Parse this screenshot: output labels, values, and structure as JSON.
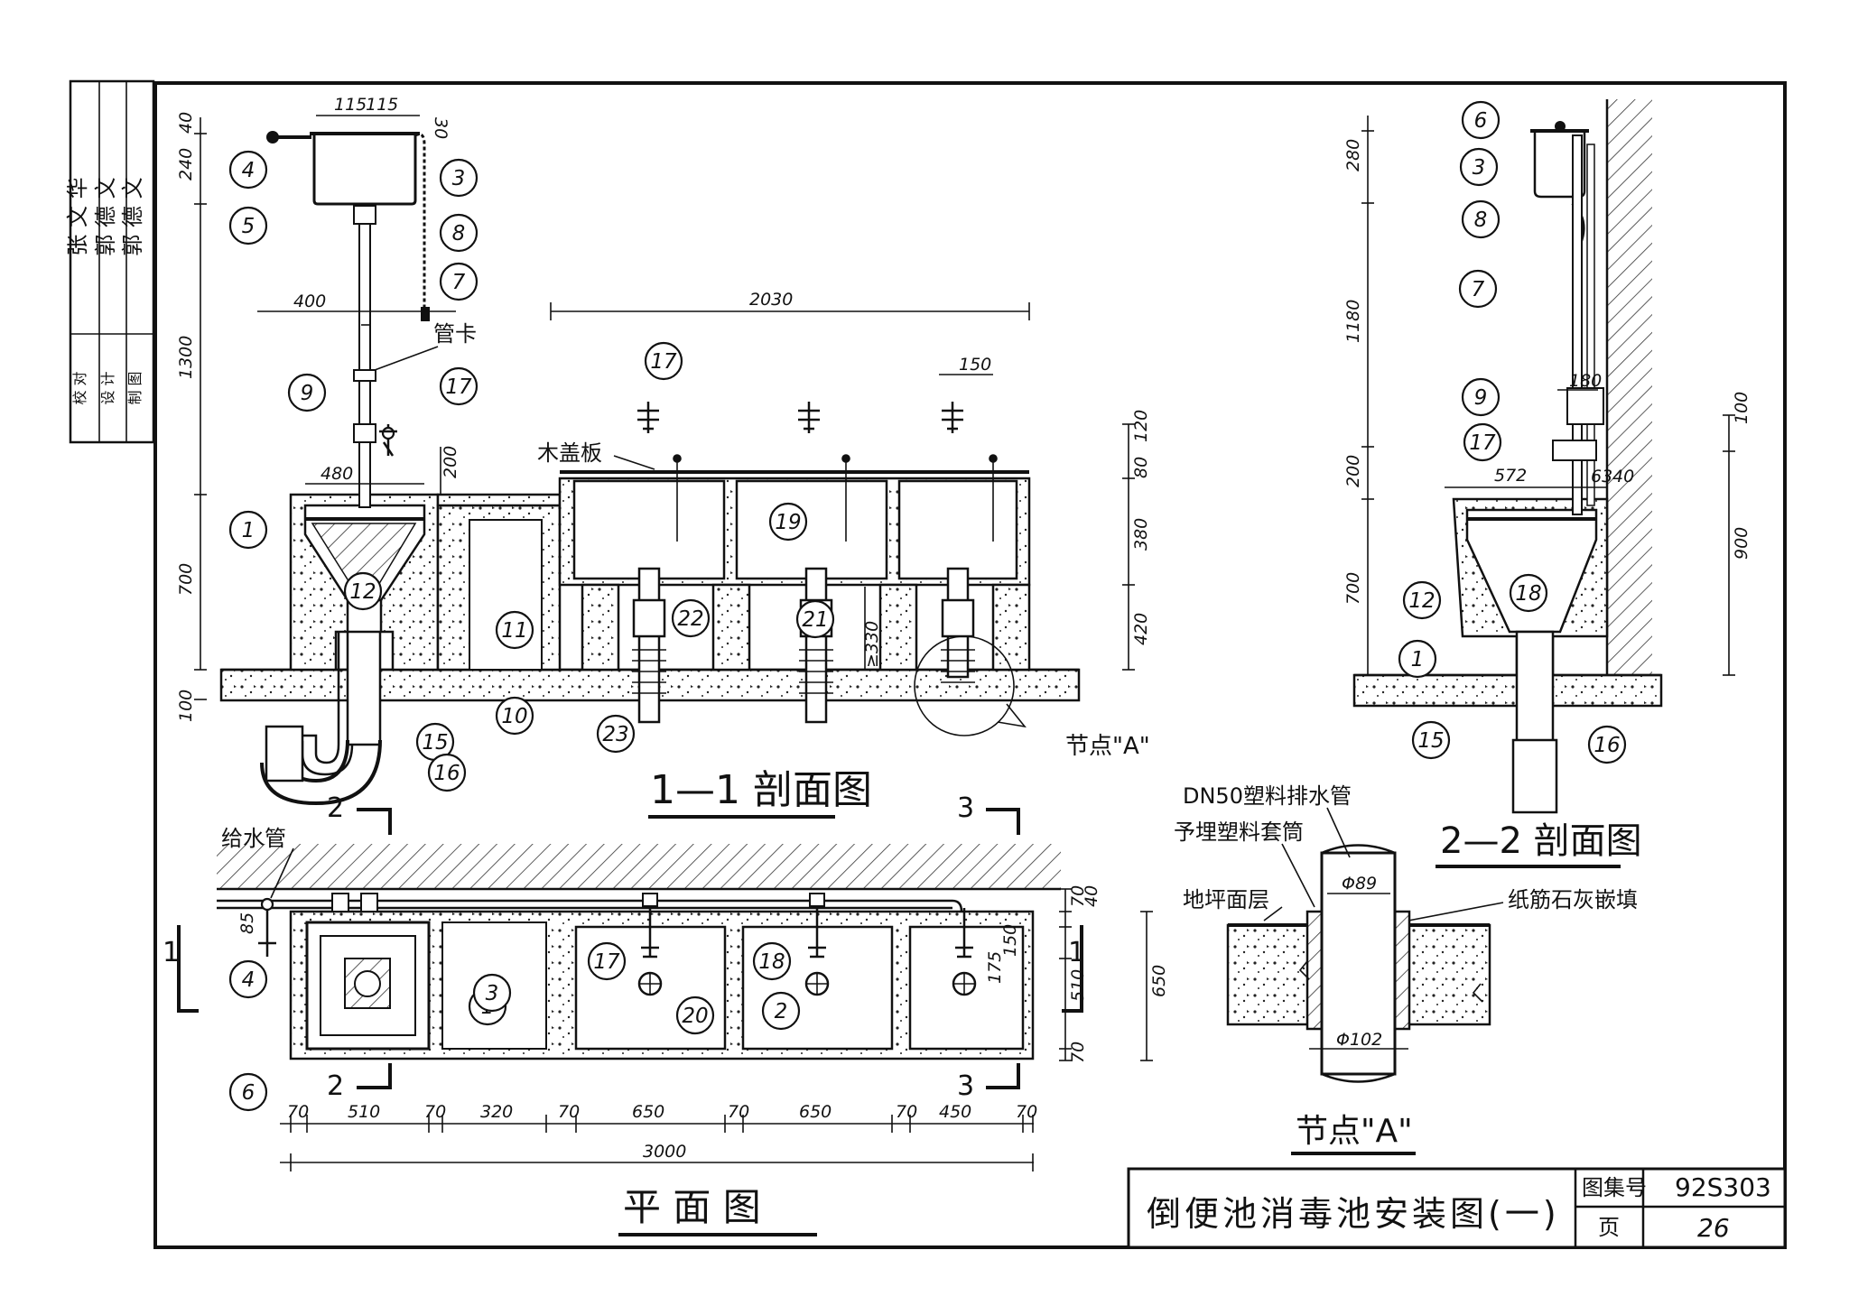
{
  "drawing": {
    "title": "倒便池消毒池安装图(一)",
    "atlas_label": "图集号",
    "atlas_no": "92S303",
    "page_label": "页",
    "page_no": "26"
  },
  "approval_block": {
    "rows": [
      {
        "role": "校  对",
        "names": "张 文 华"
      },
      {
        "role": "设  计",
        "names": "郭 德 文"
      },
      {
        "role": "制  图",
        "names": "郭 德 文"
      }
    ]
  },
  "views": {
    "section_1_1": "1—1 剖面图",
    "section_2_2": "2—2 剖面图",
    "plan": "平  面  图",
    "detail_a": "节点\"A\"",
    "detail_a_callout": "节点\"A\""
  },
  "labels": {
    "pipe_clamp": "管卡",
    "wood_cover": "木盖板",
    "water_supply": "给水管",
    "dn50_pipe": "DN50塑料排水管",
    "sleeve": "予埋塑料套筒",
    "floor_layer": "地坪面层",
    "fill": "纸筋石灰嵌填",
    "dia_89": "Φ89",
    "dia_102": "Φ102"
  },
  "dimensions": {
    "sec11": {
      "tank_w1": "115",
      "tank_w2": "115",
      "tank_top": "30",
      "tank_h": "240",
      "top40": "40",
      "clamp_x": "400",
      "overall": "2030",
      "pipe_h": "1300",
      "base_h": "700",
      "floor_h": "100",
      "hopper_w": "480",
      "step": "200",
      "tap_off": "150",
      "tub_top1": "80",
      "tub_top2": "120",
      "tub_h": "380",
      "tub_leg": "420",
      "trap_min": "≥330"
    },
    "sec22": {
      "tank_h": "280",
      "pipe_h": "1180",
      "step": "200",
      "base_h": "700",
      "w572": "572",
      "w180": "180",
      "w63": "63",
      "w40": "40",
      "h100": "100",
      "h900": "900"
    },
    "plan": {
      "segs": [
        "70",
        "510",
        "70",
        "320",
        "70",
        "650",
        "70",
        "650",
        "70",
        "450",
        "70"
      ],
      "total": "3000",
      "left85": "85",
      "r70a": "70",
      "r40": "40",
      "r175": "175",
      "r150": "150",
      "r510": "510",
      "r70b": "70",
      "overall_h": "650"
    }
  },
  "part_numbers": {
    "sec11": [
      "1",
      "3",
      "4",
      "5",
      "7",
      "8",
      "9",
      "10",
      "11",
      "12",
      "15",
      "16",
      "17",
      "17",
      "19",
      "21",
      "22",
      "23"
    ],
    "sec22": [
      "1",
      "3",
      "6",
      "7",
      "8",
      "9",
      "12",
      "15",
      "16",
      "17",
      "18"
    ],
    "plan": [
      "1",
      "2",
      "3",
      "4",
      "6",
      "17",
      "18",
      "20"
    ]
  },
  "section_marks": {
    "one": "1",
    "two": "2",
    "three": "3"
  },
  "colors": {
    "ink": "#111111",
    "paper": "#ffffff"
  }
}
